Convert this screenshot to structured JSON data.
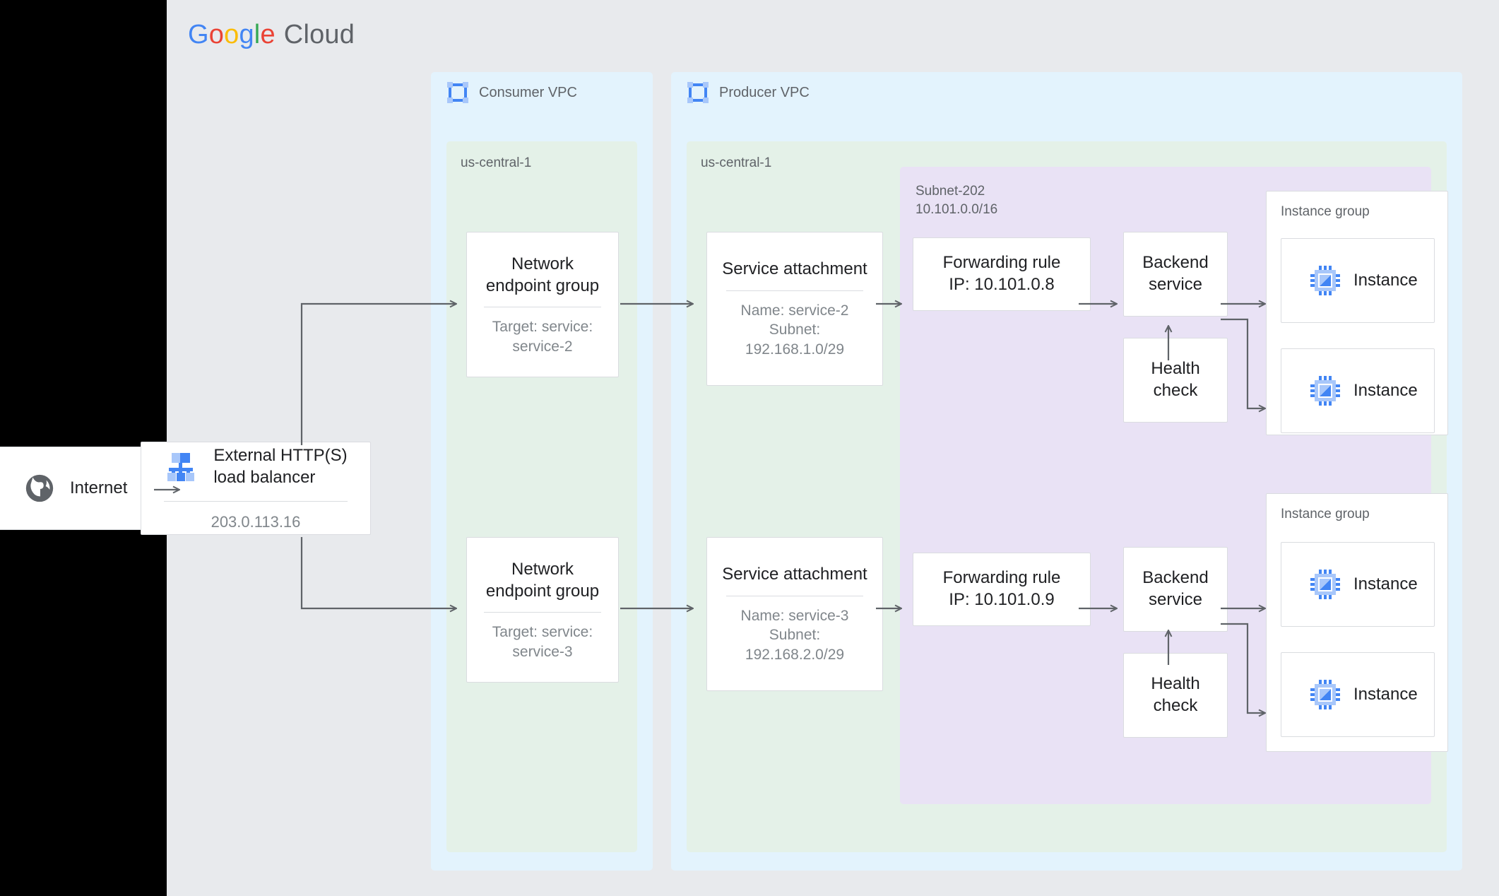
{
  "brand": {
    "logo_google": [
      "G",
      "o",
      "o",
      "g",
      "l",
      "e"
    ],
    "logo_cloud": "Cloud",
    "colors": {
      "panel_bg": "#e8eaed",
      "vpc_bg": "#e3f3fd",
      "region_bg": "#e4f1e8",
      "subnet_bg": "#e9e2f5",
      "card_bg": "#ffffff",
      "border": "#dadce0",
      "text_primary": "#202124",
      "text_secondary": "#5f6368",
      "text_muted": "#80868b",
      "edge": "#5f6368",
      "icon_blue": "#4285f4",
      "icon_blue_light": "#a8c7fa"
    }
  },
  "internet": {
    "label": "Internet",
    "icon": "globe-icon"
  },
  "load_balancer": {
    "icon": "load-balancer-icon",
    "title": "External HTTP(S) load balancer",
    "title_line1": "External HTTP(S)",
    "title_line2": "load balancer",
    "ip": "203.0.113.16"
  },
  "consumer_vpc": {
    "icon": "vpc-icon",
    "title": "Consumer VPC",
    "region": "us-central-1",
    "negs": [
      {
        "title_line1": "Network",
        "title_line2": "endpoint group",
        "sub_line1": "Target: service:",
        "sub_line2": "service-2"
      },
      {
        "title_line1": "Network",
        "title_line2": "endpoint group",
        "sub_line1": "Target: service:",
        "sub_line2": "service-3"
      }
    ]
  },
  "producer_vpc": {
    "icon": "vpc-icon",
    "title": "Producer VPC",
    "region": "us-central-1",
    "service_attachments": [
      {
        "title": "Service attachment",
        "sub_line1": "Name: service-2",
        "sub_line2": "Subnet:",
        "sub_line3": "192.168.1.0/29"
      },
      {
        "title": "Service attachment",
        "sub_line1": "Name: service-3",
        "sub_line2": "Subnet:",
        "sub_line3": "192.168.2.0/29"
      }
    ],
    "subnet": {
      "name": "Subnet-202",
      "cidr": "10.101.0.0/16"
    },
    "stacks": [
      {
        "forwarding_rule_line1": "Forwarding rule",
        "forwarding_rule_line2": "IP: 10.101.0.8",
        "backend_service_line1": "Backend",
        "backend_service_line2": "service",
        "health_check_line1": "Health",
        "health_check_line2": "check",
        "instance_group_label": "Instance group",
        "instances": [
          {
            "label": "Instance",
            "icon": "instance-chip-icon"
          },
          {
            "label": "Instance",
            "icon": "instance-chip-icon"
          }
        ]
      },
      {
        "forwarding_rule_line1": "Forwarding rule",
        "forwarding_rule_line2": "IP: 10.101.0.9",
        "backend_service_line1": "Backend",
        "backend_service_line2": "service",
        "health_check_line1": "Health",
        "health_check_line2": "check",
        "instance_group_label": "Instance group",
        "instances": [
          {
            "label": "Instance",
            "icon": "instance-chip-icon"
          },
          {
            "label": "Instance",
            "icon": "instance-chip-icon"
          }
        ]
      }
    ]
  }
}
